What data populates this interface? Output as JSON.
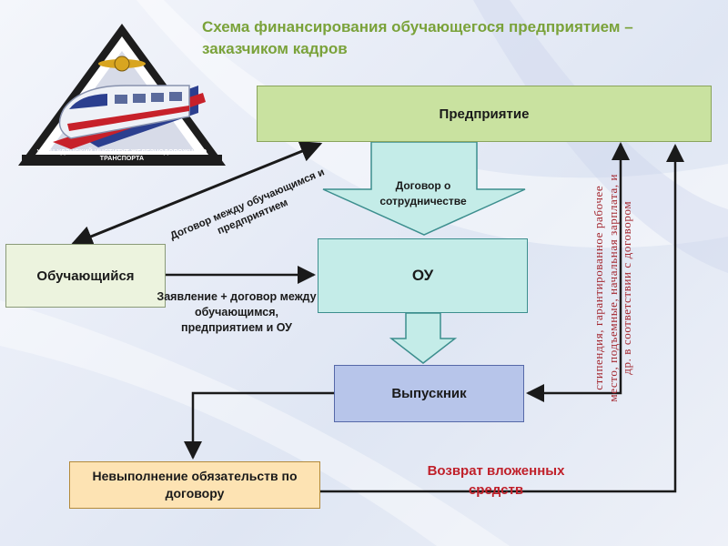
{
  "title": "Схема финансирования обучающегося предприятием – заказчиком кадров",
  "logo": {
    "caption": "УЛАН-УДЭНСКИЙ ИНСТИТУТ ЖЕЛЕЗНОДОРОЖНОГО ТРАНСПОРТА",
    "icon": "railway-train-logo"
  },
  "nodes": {
    "enterprise": "Предприятие",
    "student": "Обучающийся",
    "ou": "ОУ",
    "graduate": "Выпускник",
    "nonfulfillment": "Невыполнение обязательств по договору"
  },
  "edge_labels": {
    "cooperation_contract": "Договор о сотрудничестве",
    "student_enterprise_contract": "Договор между обучающимся и предприятием",
    "application": "Заявление + договор между обучающимся, предприятием и ОУ",
    "benefits": "стипендия, гарантированное рабочее место, подъемные, начальная зарплата, и др. в соответствии с договором",
    "refund": "Возврат вложенных средств"
  },
  "colors": {
    "title": "#7aa23a",
    "enterprise": "#c9e2a0",
    "student": "#ecf3de",
    "ou": "#c4ece8",
    "graduate": "#b7c5ea",
    "nonfulfillment": "#fde3b3",
    "benefits_text": "#a3272f",
    "refund_text": "#c0202a"
  }
}
